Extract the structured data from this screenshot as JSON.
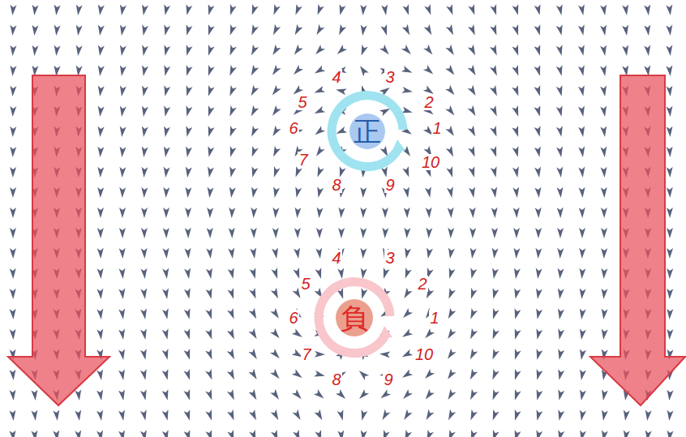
{
  "diagram": {
    "nodes": [
      {
        "text": [
          "正"
        ]
      },
      {
        "text": [
          "負"
        ]
      }
    ],
    "labels": [
      "4",
      "3",
      "5",
      "2",
      "6",
      "1",
      "7",
      "10",
      "8",
      "9",
      "4",
      "3",
      "5",
      "2",
      "6",
      "1",
      "7",
      "10",
      "8",
      "9"
    ]
  }
}
